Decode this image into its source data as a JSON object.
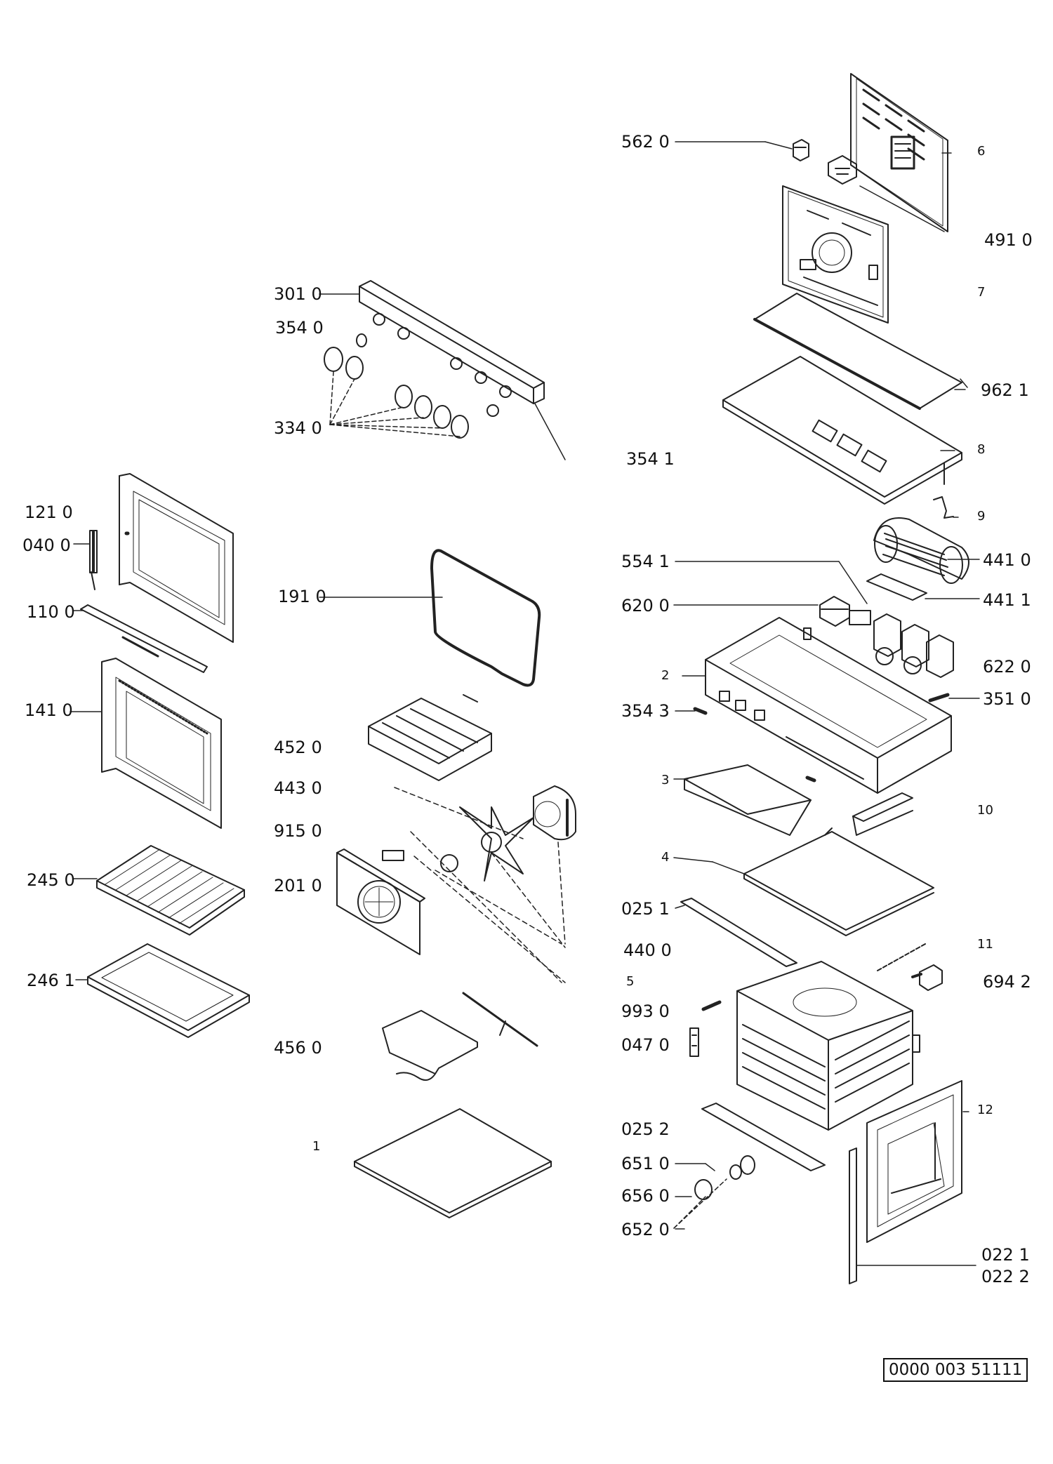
{
  "diagram": {
    "drawing_number": "0000 003 51111",
    "labels": {
      "l5620": "562 0",
      "l6": "6",
      "l4910": "491 0",
      "l7": "7",
      "l3010": "301 0",
      "l3540": "354 0",
      "l9621": "962 1",
      "l3340": "334 0",
      "l3541": "354 1",
      "l8": "8",
      "l1210": "121 0",
      "l0400": "040 0",
      "l9": "9",
      "l5541": "554 1",
      "l4410": "441 0",
      "l1910": "191 0",
      "l6200": "620 0",
      "l4411": "441 1",
      "l1100": "110 0",
      "l2": "2",
      "l6220": "622 0",
      "l1410": "141 0",
      "l3543": "354 3",
      "l3510": "351 0",
      "l4520": "452 0",
      "l4430": "443 0",
      "l3": "3",
      "l10": "10",
      "l9150": "915 0",
      "l2450": "245 0",
      "l2010": "201 0",
      "l4": "4",
      "l0251": "025 1",
      "l11": "11",
      "l4400": "440 0",
      "l2461": "246 1",
      "l5": "5",
      "l6942": "694 2",
      "l9930": "993 0",
      "l0470": "047 0",
      "l4560": "456 0",
      "l0252": "025 2",
      "l12": "12",
      "l1": "1",
      "l6510": "651 0",
      "l6560": "656 0",
      "l6520": "652 0",
      "l0221": "022 1",
      "l0222": "022 2"
    }
  }
}
